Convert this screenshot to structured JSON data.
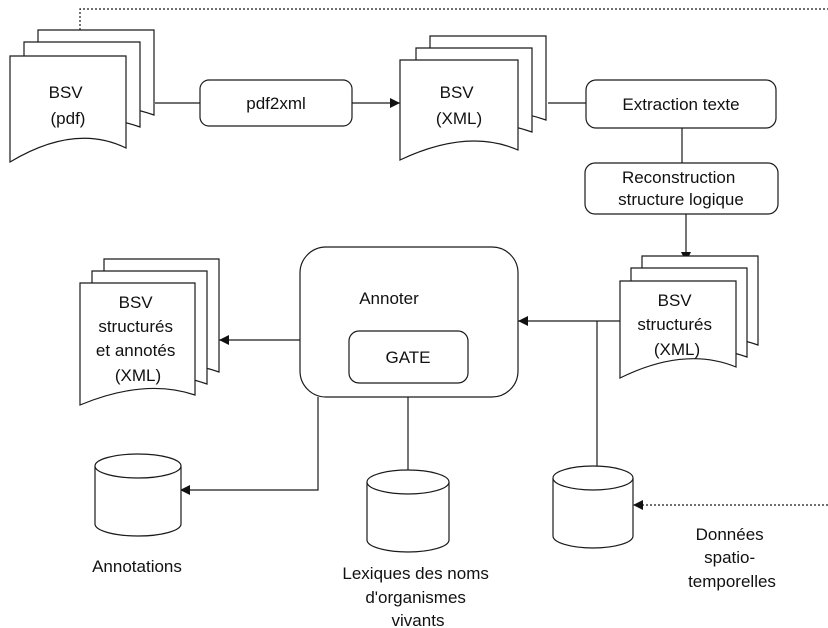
{
  "diagram": {
    "colors": {
      "stroke": "#1a1a1a",
      "fill": "#ffffff",
      "text": "#111111"
    },
    "docs": {
      "bsv_pdf": [
        "BSV",
        "(pdf)"
      ],
      "bsv_xml": [
        "BSV",
        "(XML)"
      ],
      "bsv_structured": [
        "BSV",
        "structurés",
        "(XML)"
      ],
      "bsv_annotated": [
        "BSV",
        "structurés",
        "et annotés",
        "(XML)"
      ]
    },
    "processes": {
      "pdf2xml": "pdf2xml",
      "extraction": "Extraction texte",
      "reconstruction": [
        "Reconstruction",
        "structure logique"
      ],
      "annotate": "Annoter",
      "gate": "GATE"
    },
    "databases": {
      "annotations": [
        "Annotations"
      ],
      "lexicons": [
        "Lexiques des noms",
        "d'organismes",
        "vivants"
      ],
      "spatiotemporal": [
        "Données",
        "spatio-",
        "temporelles"
      ]
    }
  }
}
